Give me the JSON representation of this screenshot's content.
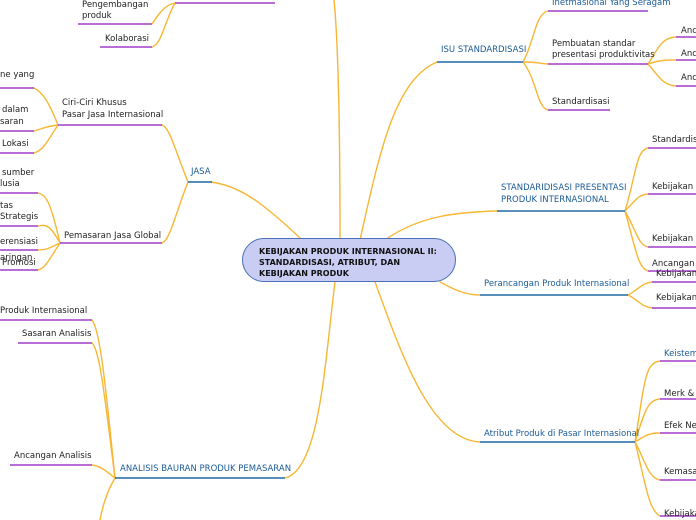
{
  "center": {
    "lines": [
      "KEBIJAKAN PRODUK INTERNASIONAL II:",
      "STANDARDISASI, ATRIBUT, DAN",
      "KEBIJAKAN PRODUK"
    ]
  },
  "right": {
    "isu": {
      "label": "ISU STANDARDISASI",
      "children": [
        "Inetmasional Yang Seragam",
        "Pembuatan standar",
        "presentasi produktivitas",
        "Standardisasi"
      ],
      "sub": [
        "Anc",
        "Anc",
        "Anc"
      ]
    },
    "sdp": {
      "label": [
        "STANDARIDISASI PRESENTASI",
        "PRODUK INTERNASIONAL"
      ],
      "children": [
        "Standardisa",
        "Kebijakan I",
        "Kebijakan M",
        "Ancangan U"
      ]
    },
    "perancangan": {
      "label": "Perancangan Produk Internasional",
      "children": [
        "Kebijakan",
        "Kebijakan"
      ]
    },
    "atribut": {
      "label": "Atribut Produk di Pasar Internasional",
      "children": [
        "Keistem",
        "Merk & N",
        "Efek Neg",
        "Kemasa",
        "Kebijaka"
      ]
    }
  },
  "left": {
    "top": [
      "Pengembangan",
      "produk",
      "Kolaborasi"
    ],
    "jasa": {
      "label": "JASA",
      "ciri": {
        "label": [
          "Ciri-Ciri Khusus",
          "Pasar Jasa Internasional"
        ],
        "children": [
          "ne yang",
          "dalam",
          "saran",
          "Lokasi"
        ]
      },
      "pemasaran": {
        "label": "Pemasaran Jasa Global",
        "children": [
          "sumber",
          "lusia",
          "tas",
          "Strategis",
          "erensiasi",
          "Promosi",
          "aringan"
        ]
      }
    },
    "analisis": {
      "label": "ANALISIS BAURAN PRODUK PEMASARAN",
      "children": [
        "Produk Internasional",
        "Sasaran Analisis",
        "Ancangan Analisis"
      ]
    }
  }
}
